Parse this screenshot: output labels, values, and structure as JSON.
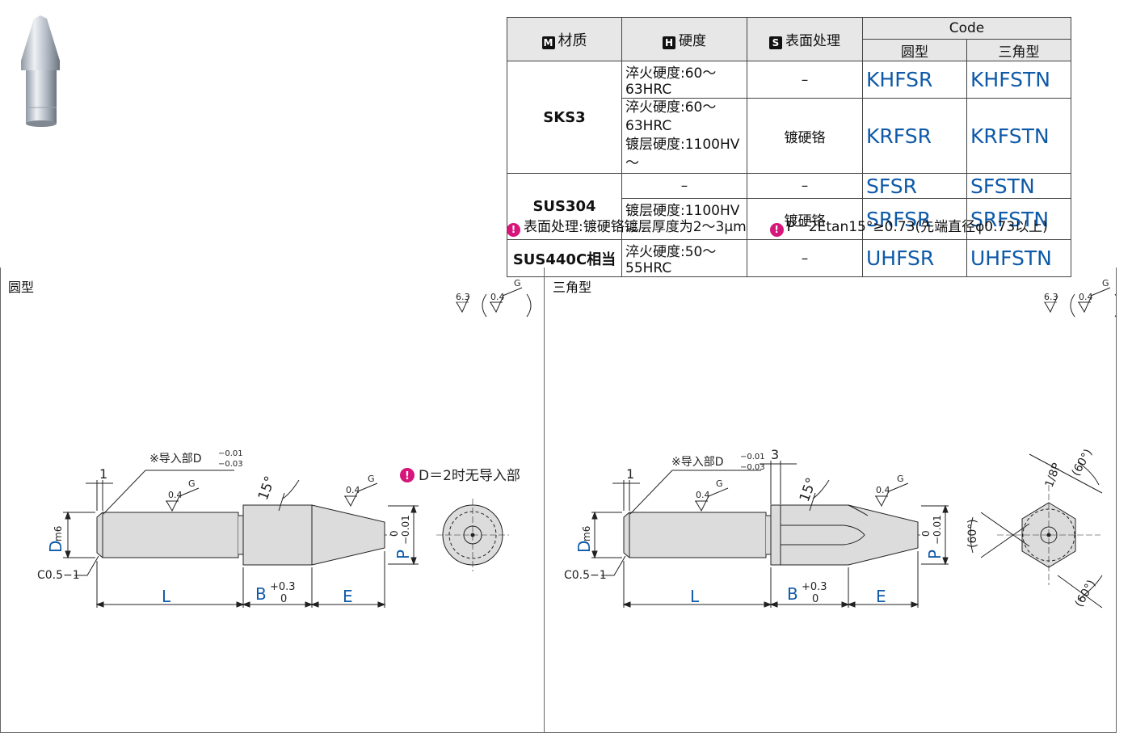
{
  "table": {
    "headers": {
      "material_icon": "M",
      "material": "材质",
      "hardness_icon": "H",
      "hardness": "硬度",
      "surface_icon": "S",
      "surface": "表面处理",
      "code": "Code",
      "round": "圆型",
      "triangle": "三角型"
    },
    "rows": [
      {
        "material": "SKS3",
        "hardness": "淬火硬度:60～63HRC",
        "hardness2": "",
        "surface": "–",
        "round": "KHFSR",
        "triangle": "KHFSTN"
      },
      {
        "material": "",
        "hardness": "淬火硬度:60～63HRC",
        "hardness2": "镀层硬度:1100HV～",
        "surface": "镀硬铬",
        "round": "KRFSR",
        "triangle": "KRFSTN"
      },
      {
        "material": "SUS304",
        "hardness": "–",
        "hardness2": "",
        "surface": "–",
        "round": "SFSR",
        "triangle": "SFSTN"
      },
      {
        "material": "",
        "hardness": "镀层硬度:1100HV～",
        "hardness2": "",
        "surface": "镀硬铬",
        "round": "SRFSR",
        "triangle": "SRFSTN"
      },
      {
        "material": "SUS440C相当",
        "hardness": "淬火硬度:50～55HRC",
        "hardness2": "",
        "surface": "–",
        "round": "UHFSR",
        "triangle": "UHFSTN"
      }
    ]
  },
  "notes": {
    "note1": "表面处理:镀硬铬镀层厚度为2～3μm",
    "note2": "P－2Etan15°≥0.73(先端直径φ0.73以上)"
  },
  "round_panel": {
    "title": "圆型",
    "roughness": "6.3",
    "roughness_inner": "0.4",
    "roughness_g": "G",
    "note_d2": "D＝2时无导入部",
    "lead_note": "※导入部D",
    "lead_tol_top": "−0.01",
    "lead_tol_bot": "−0.03",
    "dim_1": "1",
    "dim_L": "L",
    "dim_B": "B",
    "dim_B_tol_top": "+0.3",
    "dim_B_tol_bot": "0",
    "dim_E": "E",
    "dim_D": "D",
    "dim_D_sub": "m6",
    "dim_P": "P",
    "dim_P_tol_top": "0",
    "dim_P_tol_bot": "−0.01",
    "chamfer": "C0.5−1",
    "angle": "15°",
    "rough_04": "0.4",
    "rough_g": "G"
  },
  "tri_panel": {
    "title": "三角型",
    "roughness": "6.3",
    "roughness_inner": "0.4",
    "roughness_g": "G",
    "lead_note": "※导入部D",
    "lead_tol_top": "−0.01",
    "lead_tol_bot": "−0.03",
    "dim_3": "3",
    "dim_1": "1",
    "dim_L": "L",
    "dim_B": "B",
    "dim_B_tol_top": "+0.3",
    "dim_B_tol_bot": "0",
    "dim_E": "E",
    "dim_D": "D",
    "dim_D_sub": "m6",
    "dim_P": "P",
    "dim_P_tol_top": "0",
    "dim_P_tol_bot": "−0.01",
    "chamfer": "C0.5−1",
    "angle": "15°",
    "rough_04": "0.4",
    "rough_g": "G",
    "angle60": "(60°)",
    "flat": "1/8P"
  },
  "colors": {
    "accent_blue": "#0f5aa8",
    "note_pink": "#d6167a"
  }
}
